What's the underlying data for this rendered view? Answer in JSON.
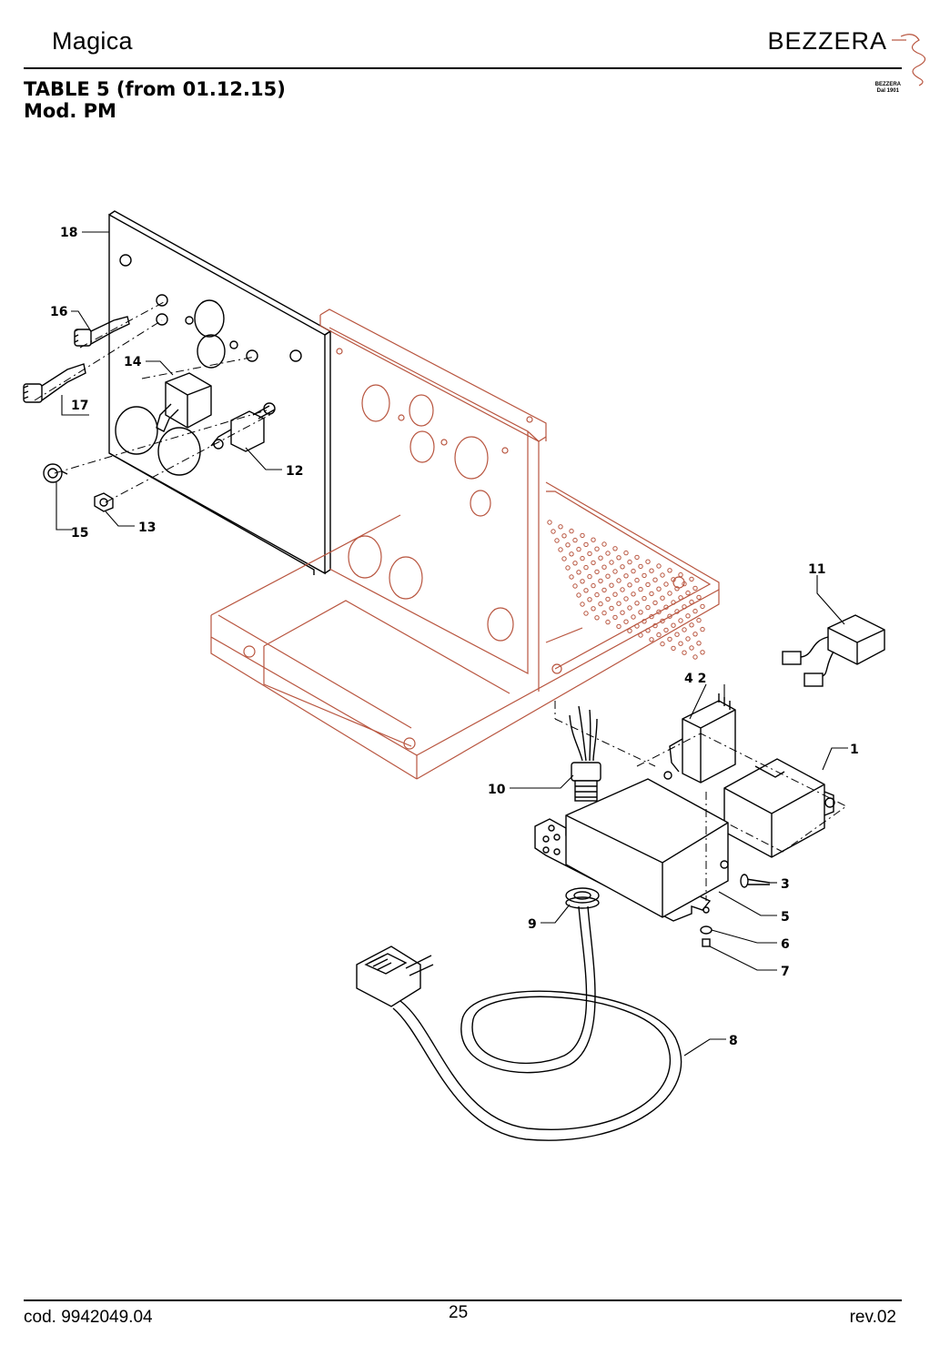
{
  "header": {
    "model": "Magica",
    "brand": "BEZZERA",
    "brand_logo_text": "BEZZERA",
    "brand_logo_sub": "Dal 1901",
    "table_title": "TABLE 5 (from 01.12.15)",
    "table_subtitle": "Mod. PM"
  },
  "callouts": {
    "c1": "1",
    "c2": "4 2",
    "c3": "3",
    "c5": "5",
    "c6": "6",
    "c7": "7",
    "c8": "8",
    "c9": "9",
    "c10": "10",
    "c11": "11",
    "c12": "12",
    "c13": "13",
    "c14": "14",
    "c15": "15",
    "c16": "16",
    "c17": "17",
    "c18": "18"
  },
  "colors": {
    "frame": "#b8553f",
    "line": "#000000"
  },
  "footer": {
    "code": "cod. 9942049.04",
    "page": "25",
    "rev": "rev.02"
  }
}
